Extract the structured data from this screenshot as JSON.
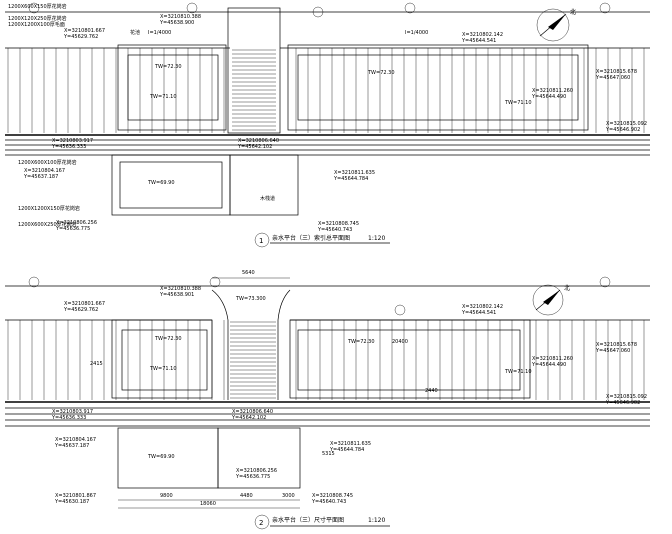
{
  "plan1": {
    "title": "亲水平台（三）索引总平面图",
    "scale": "1:120",
    "number": "1",
    "top_notes": [
      "1200X600X150厚花岗岩",
      "1200X120X250厚花岗岩",
      "1200X1200X100厚毛面"
    ],
    "elev_labels": [
      "TW=72.30",
      "TW=71.10",
      "TW=71.10",
      "TW=69.90",
      "TW=72.30"
    ],
    "coords": [
      "X=3210810.388",
      "Y=45638.900",
      "X=3210801.667",
      "Y=45629.762",
      "X=3210802.142",
      "Y=45644.541",
      "X=3210815.678",
      "Y=45647.060",
      "X=3210811.260",
      "Y=45644.490",
      "X=3210815.092",
      "Y=45646.902",
      "X=3210803.917",
      "Y=45636.333",
      "X=3210806.640",
      "Y=45642.102",
      "X=3210811.635",
      "Y=45644.784",
      "X=3210804.167",
      "Y=45637.187",
      "X=3210808.745",
      "Y=45640.743",
      "X=3210806.256",
      "Y=45636.775"
    ],
    "left_notes": [
      "1200X600X100厚花岗岩",
      "1200X1200X150厚花岗岩",
      "1200X600X250厚花岗岩"
    ],
    "side_labels": [
      "花池",
      "木栈道",
      "I=1/4000",
      "I=1/4000"
    ]
  },
  "plan2": {
    "title": "亲水平台（三）尺寸平面图",
    "scale": "1:120",
    "number": "2",
    "dims": [
      "5640",
      "9800",
      "4480",
      "3000",
      "18060",
      "2440",
      "20400",
      "2415",
      "5315"
    ],
    "elev_labels": [
      "TW=72.30",
      "TW=71.10",
      "TW=72.30",
      "TW=69.90",
      "TW=71.10",
      "TW=73.300"
    ],
    "coords": [
      "X=3210810.388",
      "Y=45638.901",
      "X=3210801.667",
      "Y=45629.762",
      "X=3210802.142",
      "Y=45644.541",
      "X=3210815.678",
      "Y=45647.060",
      "X=3210811.260",
      "Y=45644.490",
      "X=3210815.092",
      "Y=45646.902",
      "X=3210803.917",
      "Y=45636.333",
      "X=3210806.640",
      "Y=45642.102",
      "X=3210811.635",
      "Y=45644.784",
      "X=3210804.167",
      "Y=45637.187",
      "X=3210806.256",
      "Y=45636.775",
      "X=3210808.745",
      "Y=45640.743",
      "X=3210801.867",
      "Y=45630.187"
    ]
  },
  "north_label": "北"
}
